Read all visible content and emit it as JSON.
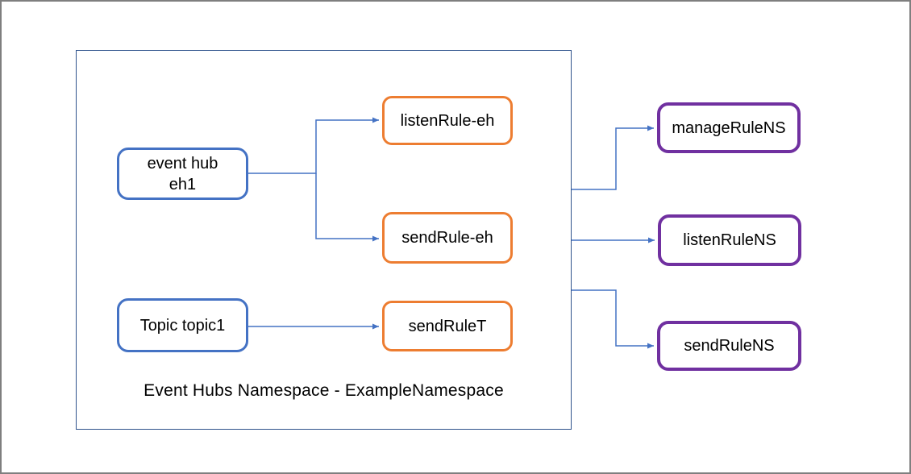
{
  "diagram": {
    "namespace_label": "Event Hubs Namespace - ExampleNamespace",
    "nodes": {
      "event_hub": {
        "line1": "event hub",
        "line2": "eh1",
        "type": "entity"
      },
      "topic": {
        "label": "Topic topic1",
        "type": "entity"
      },
      "listen_rule_eh": {
        "label": "listenRule-eh",
        "type": "entity-rule"
      },
      "send_rule_eh": {
        "label": "sendRule-eh",
        "type": "entity-rule"
      },
      "send_rule_t": {
        "label": "sendRuleT",
        "type": "entity-rule"
      },
      "manage_rule_ns": {
        "label": "manageRuleNS",
        "type": "namespace-rule"
      },
      "listen_rule_ns": {
        "label": "listenRuleNS",
        "type": "namespace-rule"
      },
      "send_rule_ns": {
        "label": "sendRuleNS",
        "type": "namespace-rule"
      }
    },
    "edges": [
      {
        "from": "event_hub",
        "to": "listen_rule_eh"
      },
      {
        "from": "event_hub",
        "to": "send_rule_eh"
      },
      {
        "from": "topic",
        "to": "send_rule_t"
      },
      {
        "from": "namespace",
        "to": "manage_rule_ns"
      },
      {
        "from": "namespace",
        "to": "listen_rule_ns"
      },
      {
        "from": "namespace",
        "to": "send_rule_ns"
      }
    ],
    "colors": {
      "entity_border_blue": "#4472c4",
      "rule_border_orange": "#ed7d31",
      "namespace_rule_border_purple": "#7030a0",
      "connector_blue": "#4472c4",
      "namespace_frame_blue": "#2f538c",
      "outer_frame_gray": "#7f7f7f",
      "text_black": "#000000",
      "background_white": "#ffffff"
    }
  }
}
